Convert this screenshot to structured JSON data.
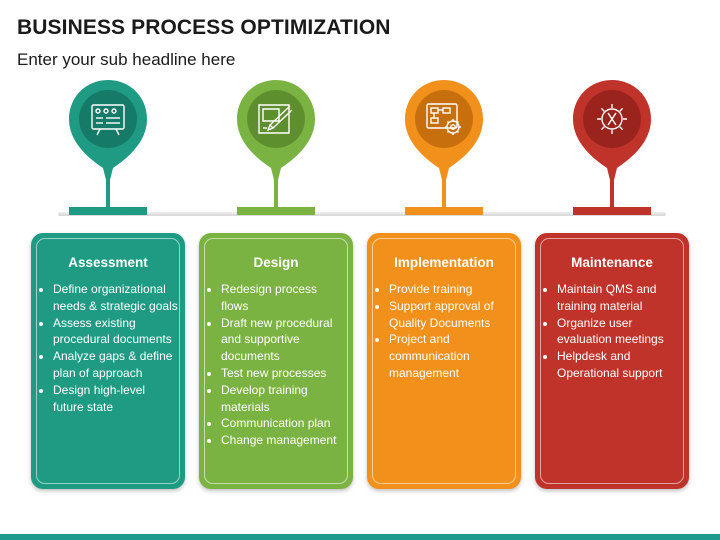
{
  "slide": {
    "title": "BUSINESS PROCESS OPTIMIZATION",
    "subtitle": "Enter your sub headline here"
  },
  "stages": [
    {
      "title": "Assessment",
      "icon": "checklist-board-icon",
      "color": "#1f9b84",
      "dark": "#157a67",
      "bullets": [
        "Define organizational needs & strategic goals",
        "Assess existing procedural documents",
        "Analyze gaps & define plan of approach",
        "Design high-level future state"
      ]
    },
    {
      "title": "Design",
      "icon": "drafting-blueprint-icon",
      "color": "#7bb342",
      "dark": "#5e8f2f",
      "bullets": [
        "Redesign process flows",
        "Draft new procedural and supportive documents",
        "Test new processes",
        "Develop training materials",
        "Communication plan",
        "Change management"
      ]
    },
    {
      "title": "Implementation",
      "icon": "flowchart-gear-icon",
      "color": "#f2901c",
      "dark": "#c76f0c",
      "bullets": [
        "Provide training",
        "Support approval of Quality Documents",
        "Project and communication management"
      ]
    },
    {
      "title": "Maintenance",
      "icon": "wrench-gear-icon",
      "color": "#c0332b",
      "dark": "#9a231d",
      "bullets": [
        "Maintain QMS and training material",
        "Organize user evaluation meetings",
        "Helpdesk and Operational support"
      ]
    }
  ]
}
